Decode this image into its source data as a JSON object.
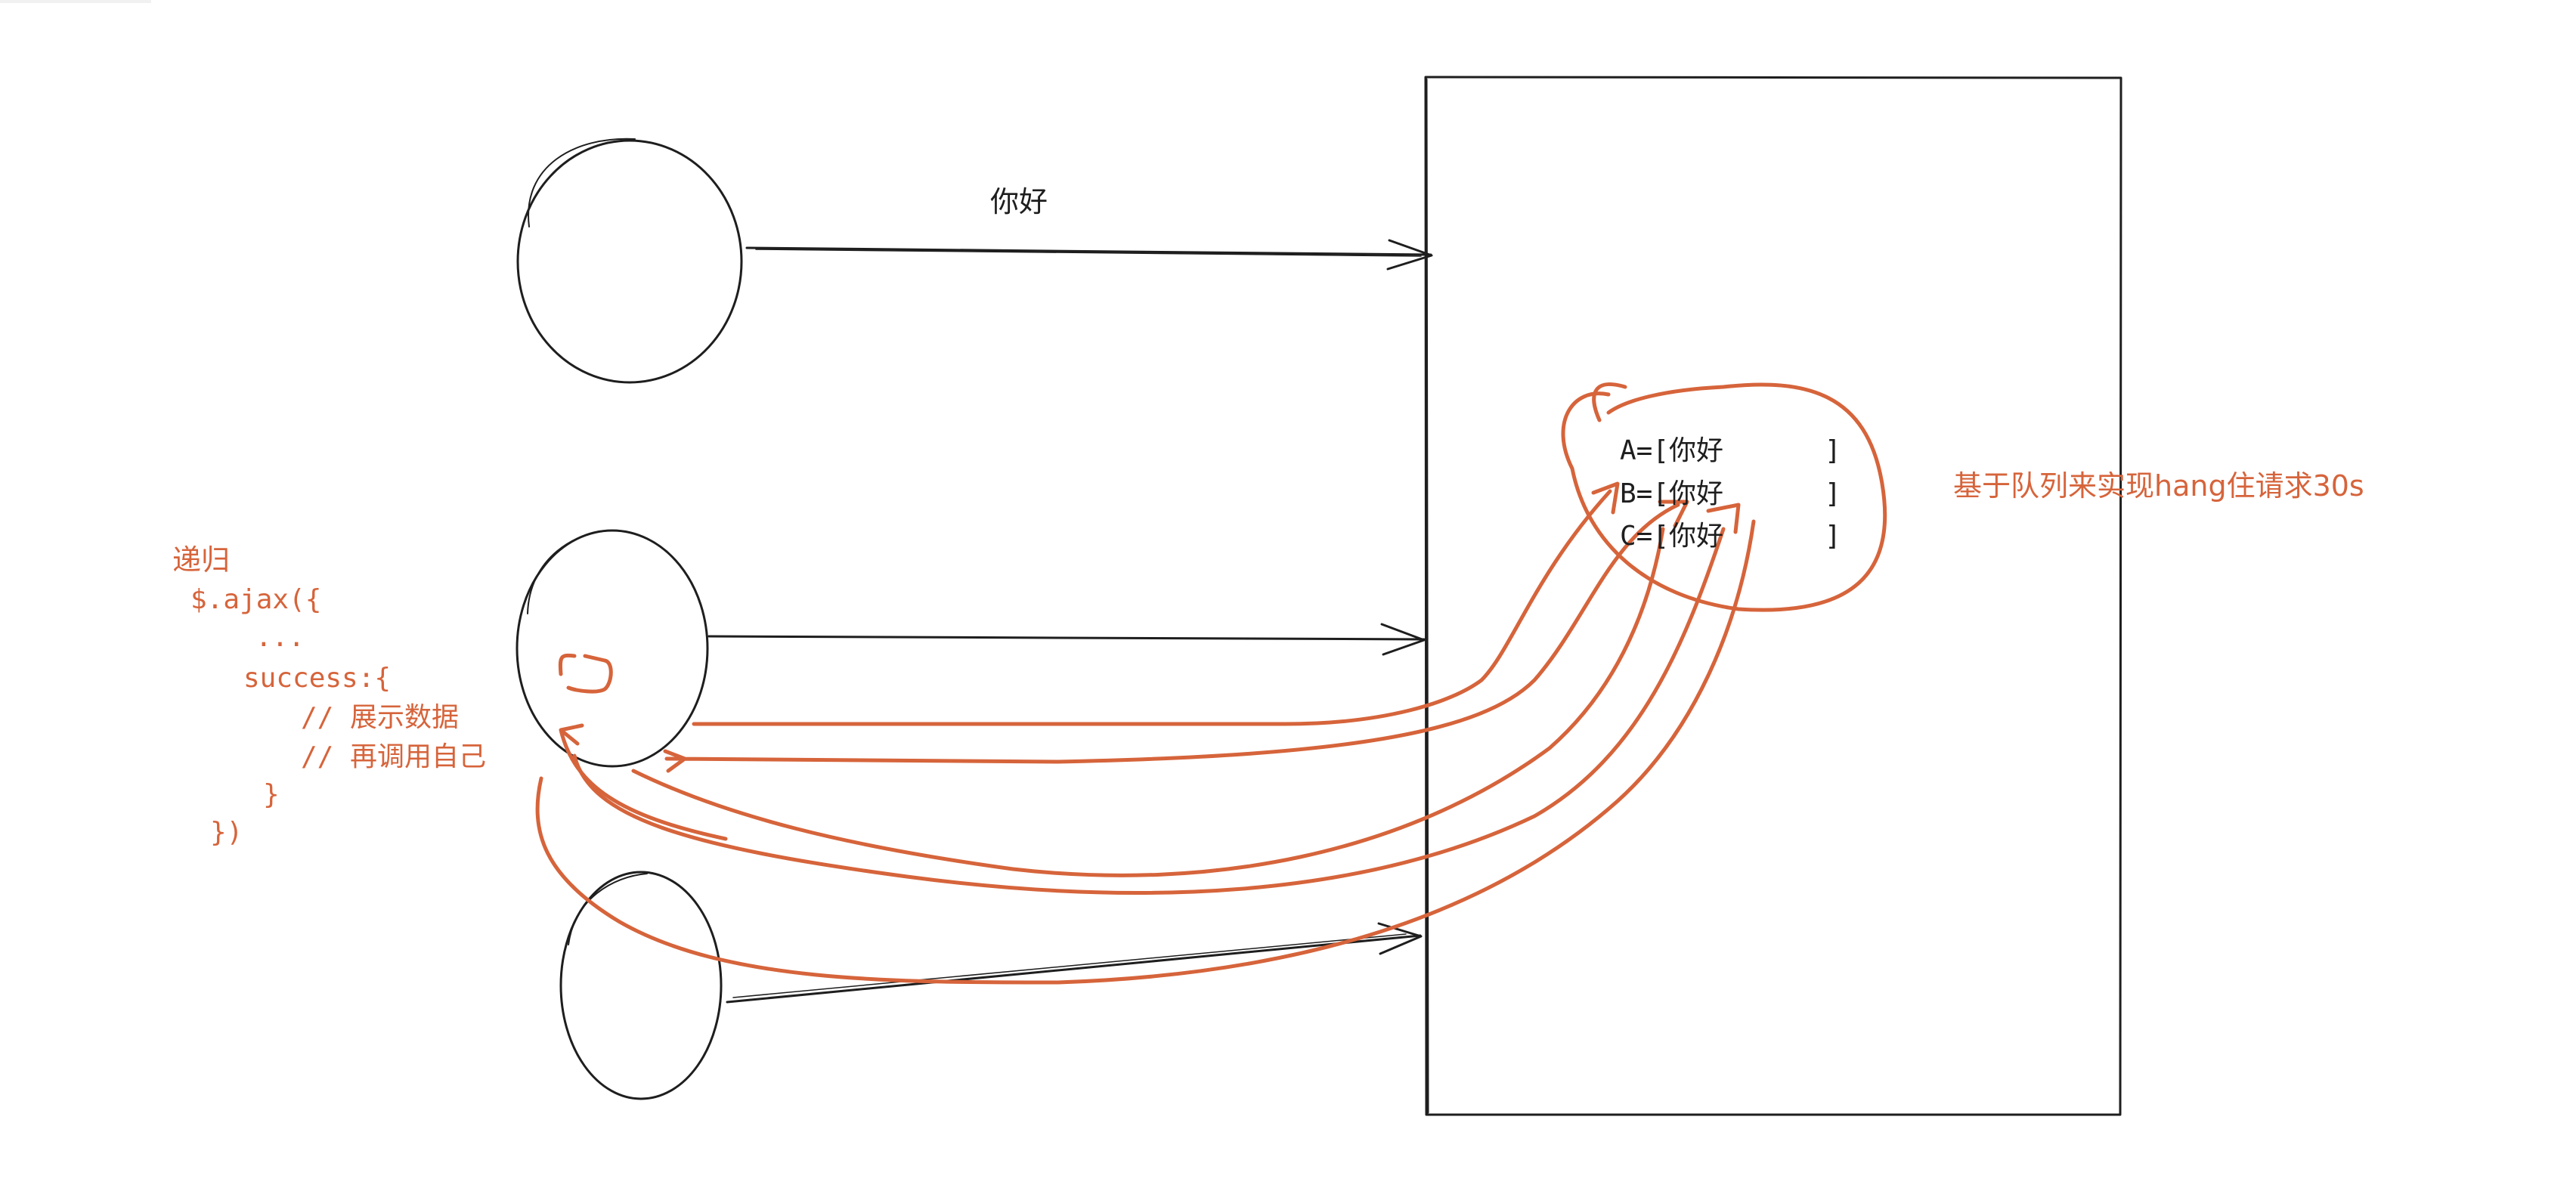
{
  "colors": {
    "ink": "#1e1e1e",
    "accent": "#d6643b",
    "background": "#ffffff"
  },
  "labels": {
    "greeting": "你好",
    "queue_note": "基于队列来实现hang住请求30s"
  },
  "queue": {
    "rows": [
      {
        "prefix": "A=[你好",
        "close": "]"
      },
      {
        "prefix": "B=[你好",
        "close": "]"
      },
      {
        "prefix": "C=[你好",
        "close": "]"
      }
    ]
  },
  "code": {
    "title": "递归",
    "lines": [
      "$.ajax({",
      "...",
      "success:{",
      "// 展示数据",
      "// 再调用自己",
      "}",
      "})"
    ]
  }
}
